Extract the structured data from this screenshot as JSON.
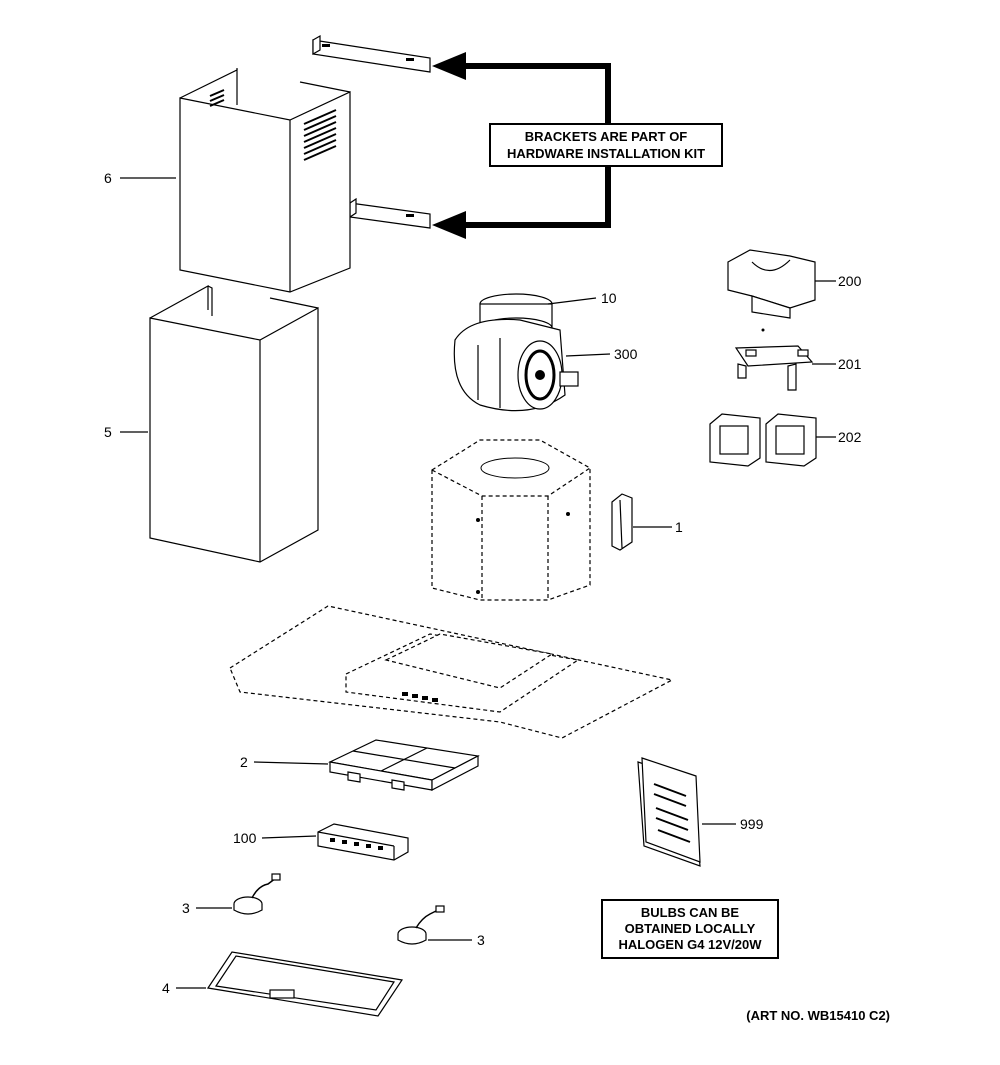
{
  "diagram": {
    "notes": {
      "brackets": [
        "BRACKETS ARE PART OF",
        "HARDWARE INSTALLATION KIT"
      ],
      "bulbs": [
        "BULBS CAN BE",
        "OBTAINED LOCALLY",
        "HALOGEN G4 12V/20W"
      ]
    },
    "art_number": "(ART NO. WB15410 C2)",
    "callouts": {
      "c6": "6",
      "c5": "5",
      "c10": "10",
      "c300": "300",
      "c200": "200",
      "c201": "201",
      "c202": "202",
      "c1": "1",
      "c2": "2",
      "c999": "999",
      "c100": "100",
      "c3a": "3",
      "c3b": "3",
      "c4": "4"
    }
  }
}
